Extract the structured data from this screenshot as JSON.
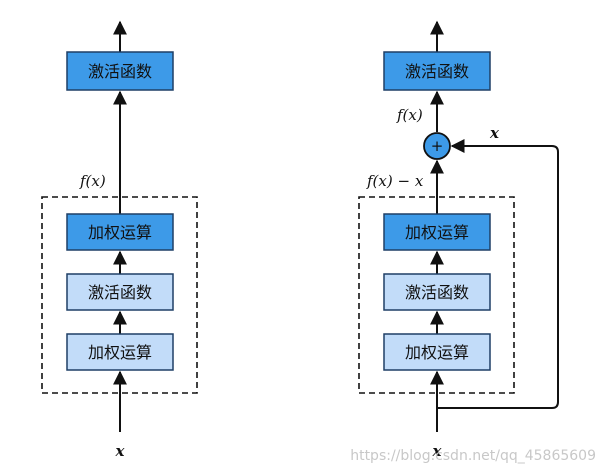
{
  "left": {
    "activation_top": "激活函数",
    "f_label": "f(x)",
    "weight_upper": "加权运算",
    "activation_mid": "激活函数",
    "weight_lower": "加权运算",
    "input_label": "x"
  },
  "right": {
    "activation_top": "激活函数",
    "f_label": "f(x)",
    "plus_symbol": "+",
    "skip_label": "x",
    "residual_label": "f(x) − x",
    "weight_upper": "加权运算",
    "activation_mid": "激活函数",
    "weight_lower": "加权运算",
    "input_label": "x"
  },
  "watermark": "https://blog.csdn.net/qq_45865609",
  "colors": {
    "dark_box": "#3d9ae8",
    "light_box": "#c2dcf9",
    "box_border": "#1f3f66",
    "line": "#111111",
    "plus_fill": "#3d9ae8"
  }
}
